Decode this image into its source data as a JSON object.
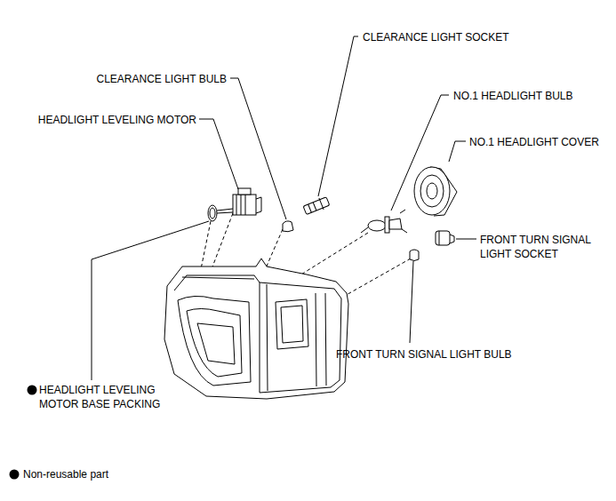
{
  "diagram": {
    "labels": [
      "CLEARANCE LIGHT SOCKET",
      "CLEARANCE LIGHT BULB",
      "NO.1 HEADLIGHT BULB",
      "HEADLIGHT LEVELING MOTOR",
      "NO.1 HEADLIGHT COVER",
      "FRONT TURN SIGNAL LIGHT SOCKET",
      "FRONT TURN SIGNAL LIGHT BULB",
      "HEADLIGHT LEVELING MOTOR BASE PACKING"
    ],
    "legend": [
      {
        "text": "Non-reusable part"
      }
    ]
  }
}
